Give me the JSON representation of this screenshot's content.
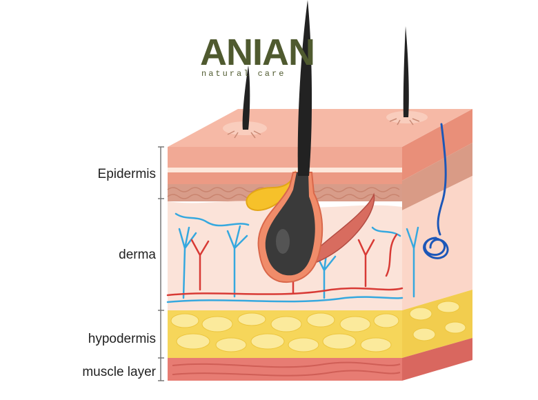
{
  "brand": {
    "name": "ANIAN",
    "tagline": "natural care",
    "color": "#4f5a2f"
  },
  "layers": [
    {
      "label": "Epidermis"
    },
    {
      "label": "derma"
    },
    {
      "label": "hypodermis"
    },
    {
      "label": "muscle layer"
    }
  ],
  "colors": {
    "epidermis": "#f1a995",
    "derma": "#fbe0d6",
    "hypodermis": "#f6d65a",
    "muscle": "#e77c73",
    "hair": "#222222",
    "vein": "#35a8df",
    "artery": "#d83a35",
    "nerve": "#1c57b8"
  }
}
